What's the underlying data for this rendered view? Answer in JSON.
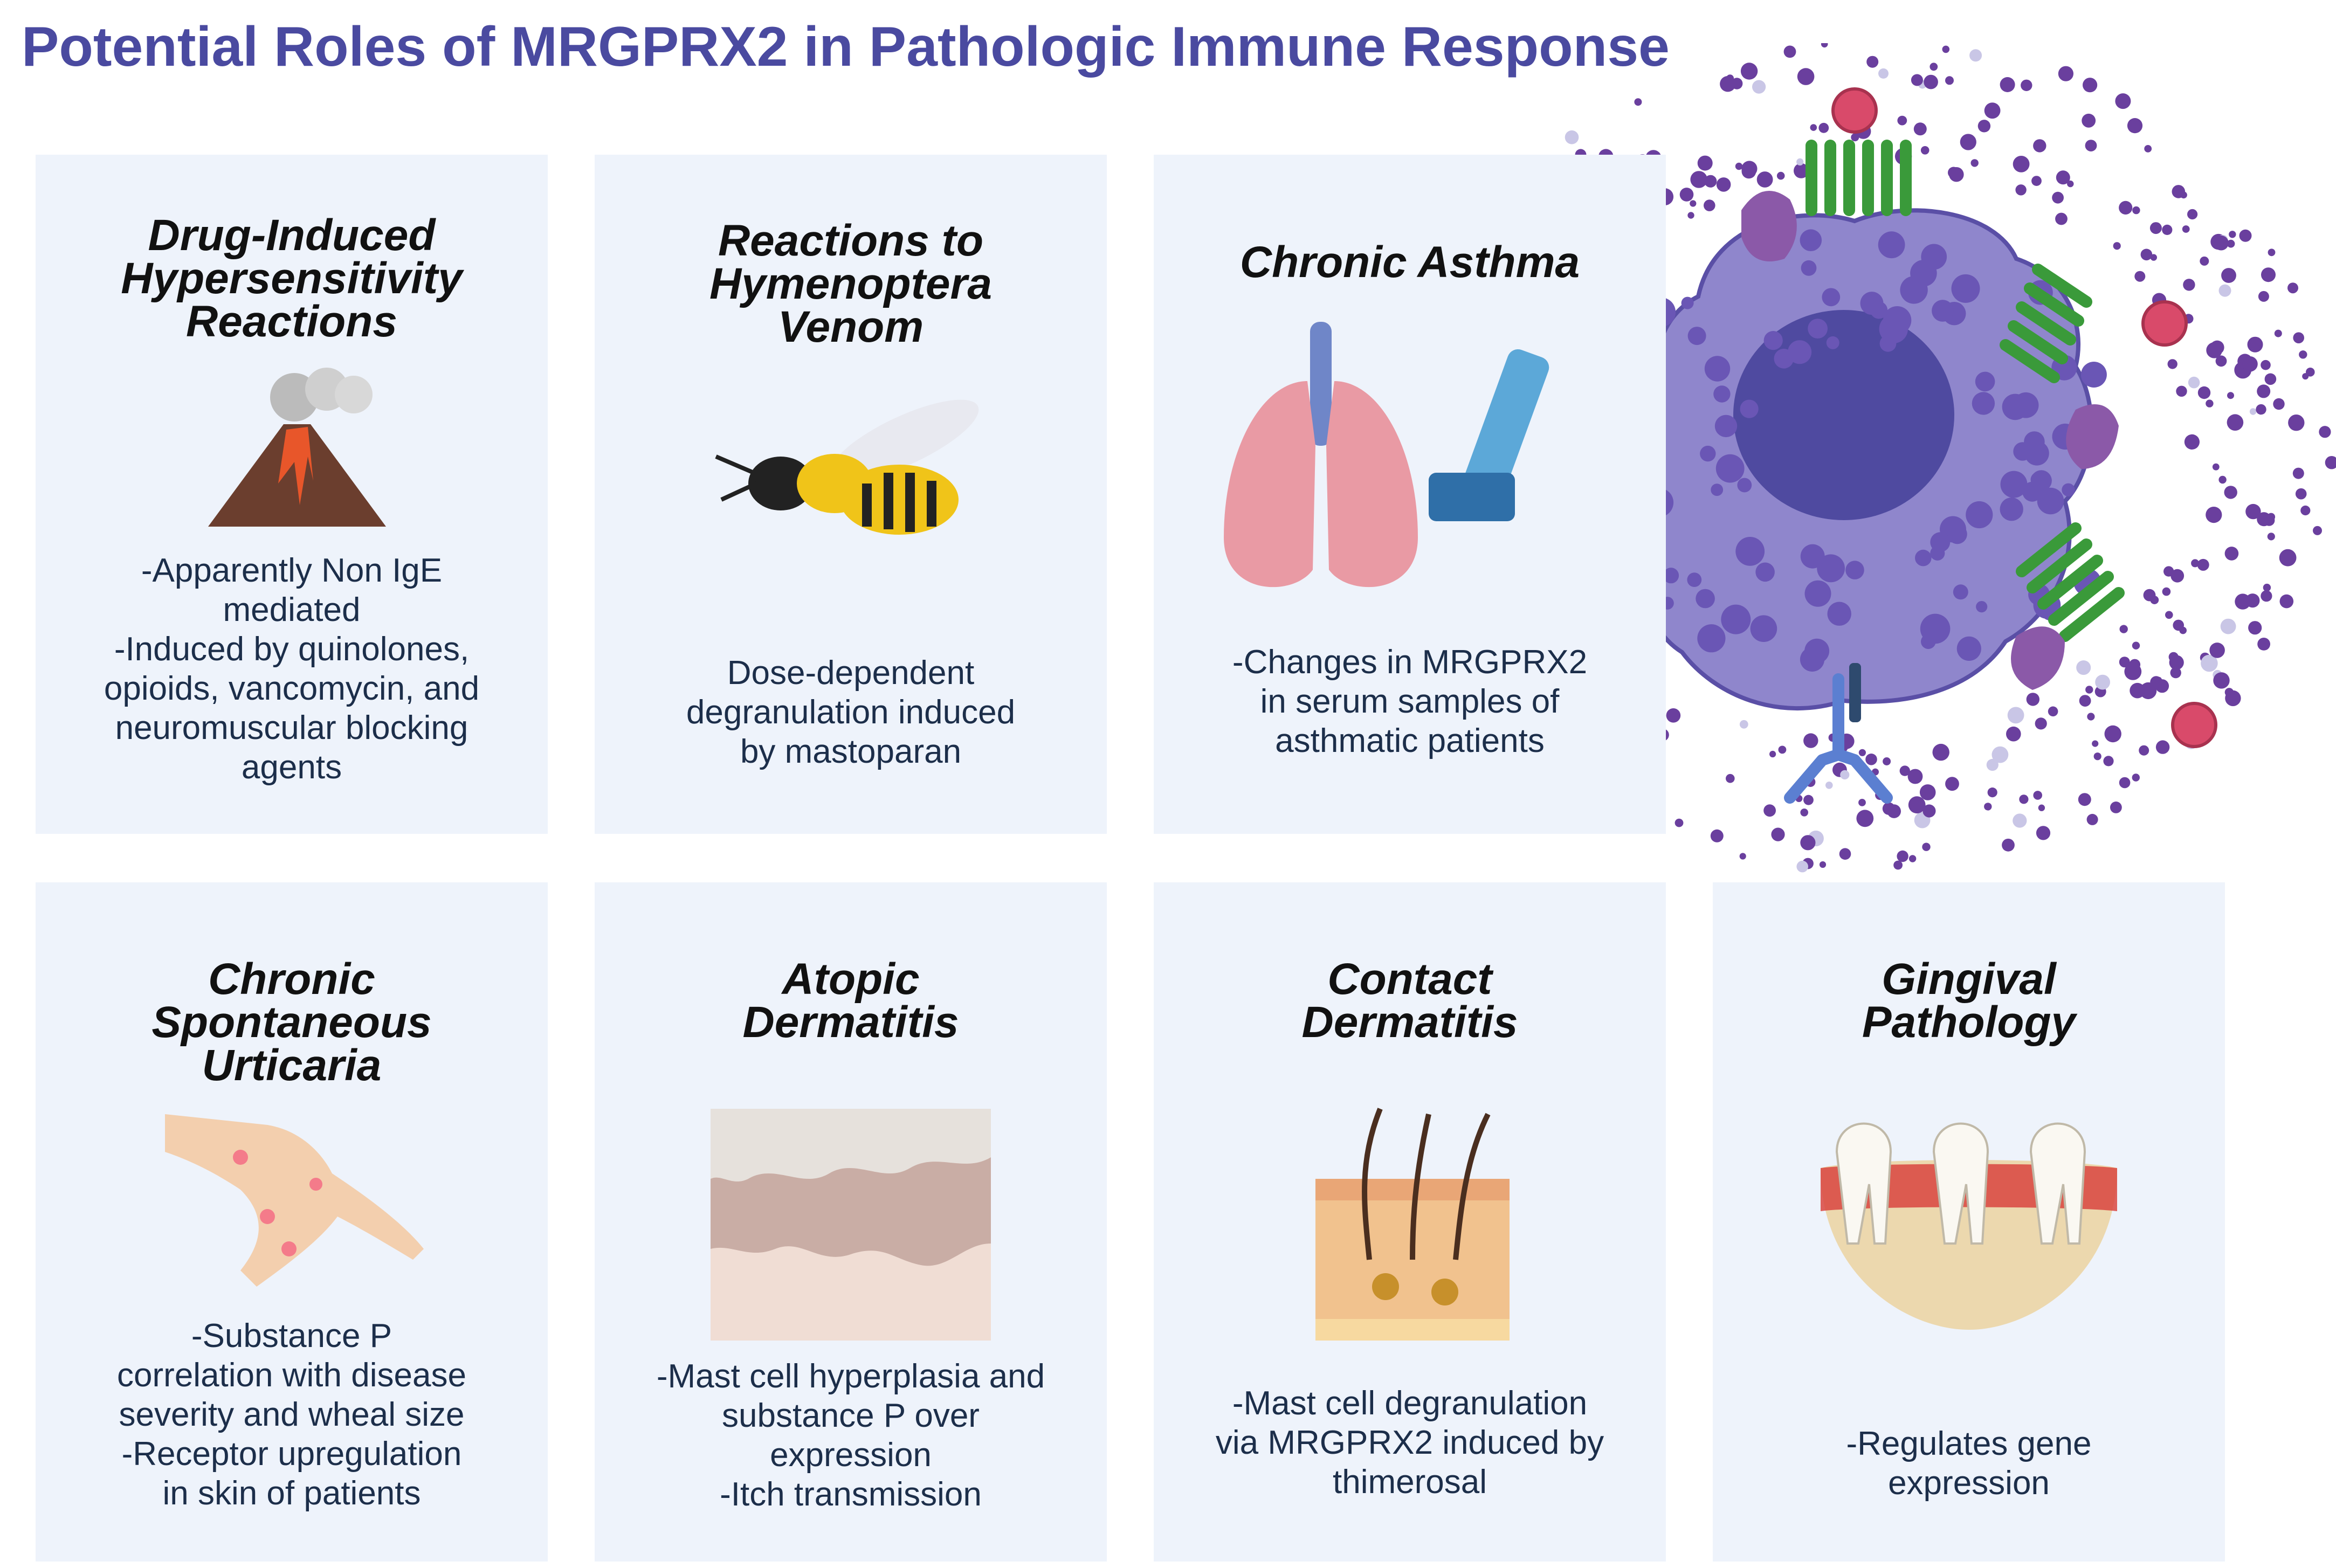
{
  "title": "Potential Roles of MRGPRX2 in Pathologic Immune Response",
  "colors": {
    "title": "#4a4aa0",
    "card_bg": "#eef3fb",
    "body_text": "#1c2e4a",
    "cell": "#8f86cc",
    "nucleus": "#4f4aa0",
    "receptor": "#3a9a3a"
  },
  "cards": [
    {
      "title": "Drug-Induced\nHypersensitivity\nReactions",
      "body": "-Apparently Non IgE\nmediated\n-Induced by quinolones,\nopioids, vancomycin, and\nneuromuscular blocking\nagents",
      "icon": "volcano-icon"
    },
    {
      "title": "Reactions to\nHymenoptera\nVenom",
      "body": "Dose-dependent\ndegranulation induced\nby mastoparan",
      "icon": "wasp-icon"
    },
    {
      "title": "Chronic Asthma",
      "body": "-Changes in MRGPRX2\nin serum samples of\nasthmatic patients",
      "icon": "lungs-inhaler-icon"
    },
    {
      "title": "Chronic\nSpontaneous\nUrticaria",
      "body": "-Substance P\ncorrelation with disease\nseverity and wheal size\n-Receptor upregulation\nin skin of patients",
      "icon": "hand-rash-icon"
    },
    {
      "title": "Atopic\nDermatitis",
      "body": "-Mast cell hyperplasia and\nsubstance P over\nexpression\n-Itch transmission",
      "icon": "skin-layers-icon"
    },
    {
      "title": "Contact\nDermatitis",
      "body": "-Mast cell degranulation\nvia MRGPRX2 induced by\nthimerosal",
      "icon": "skin-hair-icon"
    },
    {
      "title": "Gingival\nPathology",
      "body": "-Regulates gene\nexpression",
      "icon": "teeth-gum-icon"
    }
  ]
}
